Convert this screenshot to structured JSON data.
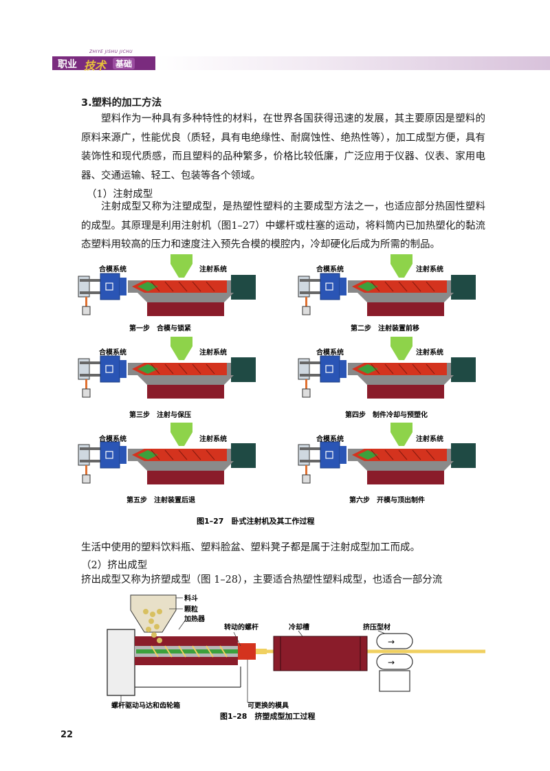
{
  "header": {
    "pinyin": "ZHIYE JISHU JICHU",
    "label1": "职业",
    "label2": "技术",
    "label3": "基础"
  },
  "section_title": "3.塑料的加工方法",
  "intro_paragraph": "塑料作为一种具有多种特性的材料，在世界各国获得迅速的发展，其主要原因是塑料的原料来源广，性能优良（质轻，具有电绝缘性、耐腐蚀性、绝热性等），加工成型方便，具有装饰性和现代质感，而且塑料的品种繁多，价格比较低廉，广泛应用于仪器、仪表、家用电器、交通运输、轻工、包装等各个领域。",
  "sub1_title": "（1）注射成型",
  "sub1_paragraph": "注射成型又称为注塑成型，是热塑性塑料的主要成型方法之一，也适应部分热固性塑料的成型。其原理是利用注射机（图1–27）中螺杆或柱塞的运动，将料筒内已加热塑化的黏流态塑料用较高的压力和速度注入预先合模的模腔内，冷却硬化后成为所需的制品。",
  "fig27": {
    "label_clamp": "合模系统",
    "label_inject": "注射系统",
    "steps": [
      "第一步　合模与锁紧",
      "第二步　注射装置前移",
      "第三步　注射与保压",
      "第四步　制件冷却与预塑化",
      "第五步　注射装置后退",
      "第六步　开模与顶出制件"
    ],
    "caption": "图1–27　卧式注射机及其工作过程"
  },
  "after_fig_sentence": "生活中使用的塑料饮料瓶、塑料脸盆、塑料凳子都是属于注射成型加工而成。",
  "sub2_title": "（2）挤出成型",
  "sub2_paragraph": "挤出成型又称为挤塑成型（图 1–28），主要适合热塑性塑料成型，也适合一部分流",
  "fig28": {
    "hopper": "料斗",
    "pellets": "颗粒",
    "heater": "加热器",
    "screw": "转动的螺杆",
    "cooling": "冷却槽",
    "profile": "挤压型材",
    "motor": "螺杆驱动马达和齿轮箱",
    "die": "可更换的模具",
    "caption": "图1–28　挤塑成型加工过程"
  },
  "page_number": "22",
  "colors": {
    "header_purple": "#7a2b7e",
    "mold_blue": "#2a55b5",
    "barrel_red": "#d4331e",
    "screw_green": "#3ca03c",
    "hopper_green": "#8ed34a",
    "die_maroon": "#8a1c2a",
    "injector_teal": "#1f4a44"
  }
}
